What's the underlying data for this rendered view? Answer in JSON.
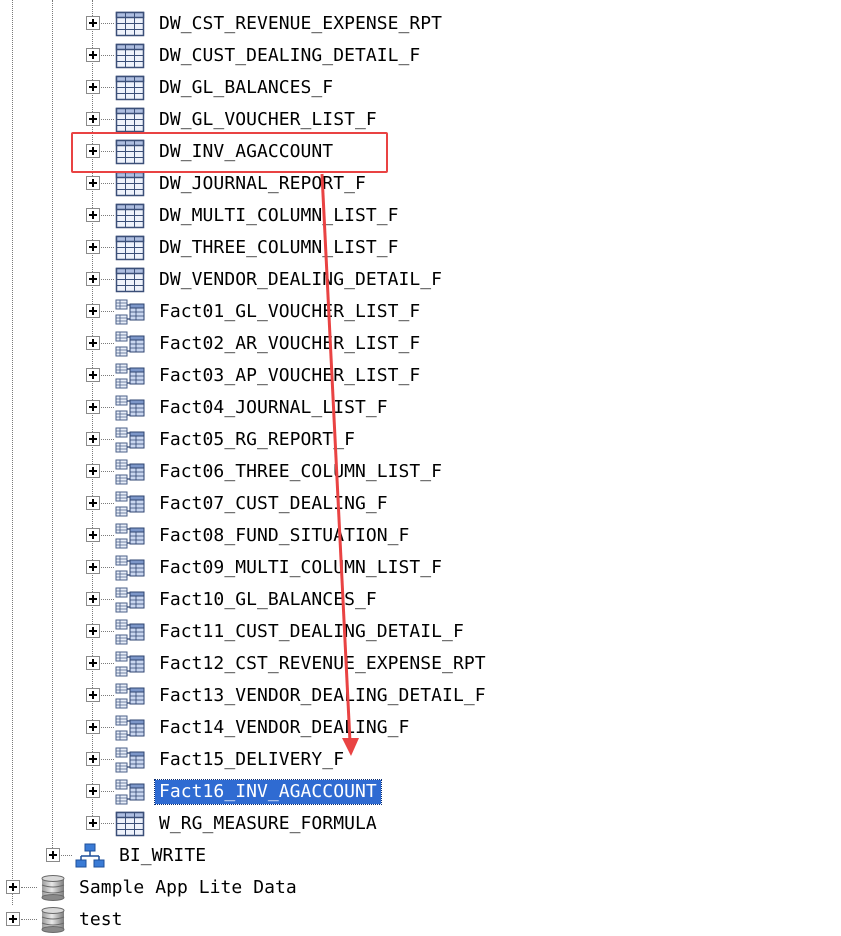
{
  "tree": {
    "level3_items": [
      {
        "label": "DW_CST_REVENUE_EXPENSE_RPT",
        "icon": "table-icon"
      },
      {
        "label": "DW_CUST_DEALING_DETAIL_F",
        "icon": "table-icon"
      },
      {
        "label": "DW_GL_BALANCES_F",
        "icon": "table-icon"
      },
      {
        "label": "DW_GL_VOUCHER_LIST_F",
        "icon": "table-icon"
      },
      {
        "label": "DW_INV_AGACCOUNT",
        "icon": "table-icon"
      },
      {
        "label": "DW_JOURNAL_REPORT_F",
        "icon": "table-icon"
      },
      {
        "label": "DW_MULTI_COLUMN_LIST_F",
        "icon": "table-icon"
      },
      {
        "label": "DW_THREE_COLUMN_LIST_F",
        "icon": "table-icon"
      },
      {
        "label": "DW_VENDOR_DEALING_DETAIL_F",
        "icon": "table-icon"
      },
      {
        "label": "Fact01_GL_VOUCHER_LIST_F",
        "icon": "fact-table-icon"
      },
      {
        "label": "Fact02_AR_VOUCHER_LIST_F",
        "icon": "fact-table-icon"
      },
      {
        "label": "Fact03_AP_VOUCHER_LIST_F",
        "icon": "fact-table-icon"
      },
      {
        "label": "Fact04_JOURNAL_LIST_F",
        "icon": "fact-table-icon"
      },
      {
        "label": "Fact05_RG_REPORT_F",
        "icon": "fact-table-icon"
      },
      {
        "label": "Fact06_THREE_COLUMN_LIST_F",
        "icon": "fact-table-icon"
      },
      {
        "label": "Fact07_CUST_DEALING_F",
        "icon": "fact-table-icon"
      },
      {
        "label": "Fact08_FUND_SITUATION_F",
        "icon": "fact-table-icon"
      },
      {
        "label": "Fact09_MULTI_COLUMN_LIST_F",
        "icon": "fact-table-icon"
      },
      {
        "label": "Fact10_GL_BALANCES_F",
        "icon": "fact-table-icon"
      },
      {
        "label": "Fact11_CUST_DEALING_DETAIL_F",
        "icon": "fact-table-icon"
      },
      {
        "label": "Fact12_CST_REVENUE_EXPENSE_RPT",
        "icon": "fact-table-icon"
      },
      {
        "label": "Fact13_VENDOR_DEALING_DETAIL_F",
        "icon": "fact-table-icon"
      },
      {
        "label": "Fact14_VENDOR_DEALING_F",
        "icon": "fact-table-icon"
      },
      {
        "label": "Fact15_DELIVERY_F",
        "icon": "fact-table-icon"
      },
      {
        "label": "Fact16_INV_AGACCOUNT",
        "icon": "fact-table-icon",
        "selected": true
      },
      {
        "label": "W_RG_MEASURE_FORMULA",
        "icon": "table-icon"
      }
    ],
    "level2_items": [
      {
        "label": "BI_WRITE",
        "icon": "schema-icon"
      }
    ],
    "level1_items": [
      {
        "label": "Sample App Lite Data",
        "icon": "database-icon"
      },
      {
        "label": "test",
        "icon": "database-icon"
      }
    ]
  },
  "colors": {
    "selection_bg": "#2f6bd2",
    "annotation_red": "#e94343"
  }
}
